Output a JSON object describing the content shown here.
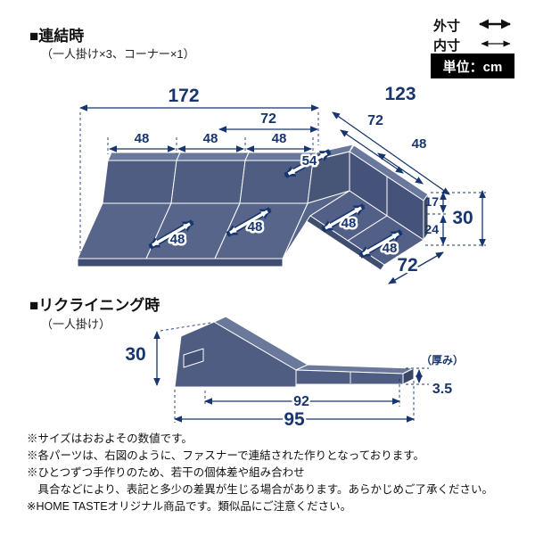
{
  "legend": {
    "outer_label": "外寸",
    "inner_label": "内寸",
    "unit_label": "単位：cm"
  },
  "connected": {
    "title": "■連結時",
    "subtitle": "（一人掛け×3、コーナー×1）",
    "dims": {
      "total_width": "172",
      "right_outer_width": "123",
      "inner_width_left": "72",
      "inner_width_right": "72",
      "back_width_1": "48",
      "back_width_2": "48",
      "back_width_3": "48",
      "corner_back_diagonal": "54",
      "right_back_width": "48",
      "back_thickness": "17",
      "seat_height": "24",
      "total_height": "30",
      "right_arm_depth": "72",
      "seat_depth_left_1": "48",
      "seat_depth_left_2": "48",
      "seat_depth_right_1": "48",
      "seat_depth_right_2": "48"
    }
  },
  "reclining": {
    "title": "■リクライニング時",
    "subtitle": "（一人掛け）",
    "dims": {
      "height": "30",
      "inner_length": "92",
      "outer_length": "95",
      "thickness_caption": "（厚み）",
      "thickness": "3.5"
    }
  },
  "notes": [
    "※サイズはおおよその数値です。",
    "※各パーツは、右図のように、ファスナーで連結された作りとなっております。",
    "※ひとつずつ手作りのため、若干の個体差や組み合わせ",
    "　具合などにより、表記と多少の差異が生じる場合があります。あらかじめご了承ください。",
    "※HOME TASTEオリジナル商品です。類似品にご注意ください。"
  ],
  "colors": {
    "dimension": "#17356e",
    "fabric_front": "#4f5d82",
    "fabric_top": "#6a789c",
    "fabric_dark": "#3f4d70",
    "unit_box_bg": "#000000"
  }
}
